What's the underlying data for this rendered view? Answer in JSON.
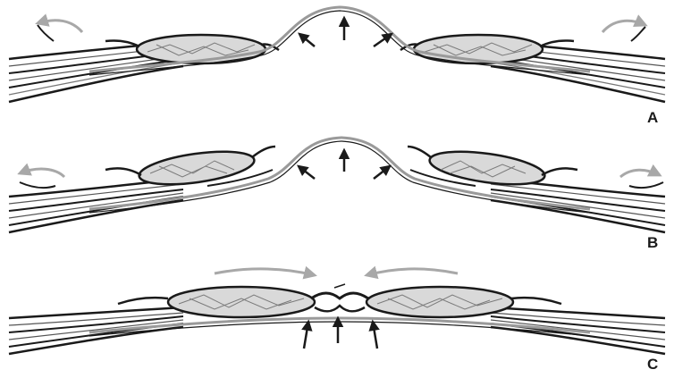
{
  "panels": [
    {
      "id": "A",
      "label": "A"
    },
    {
      "id": "B",
      "label": "B"
    },
    {
      "id": "C",
      "label": "C"
    }
  ],
  "colors": {
    "outline": "#1a1a1a",
    "skin": "#9a9a9a",
    "muscle_fill": "#d9d9d9",
    "fiber": "#7a7a7a",
    "grey_arrow": "#a8a8a8",
    "background": "#ffffff"
  }
}
